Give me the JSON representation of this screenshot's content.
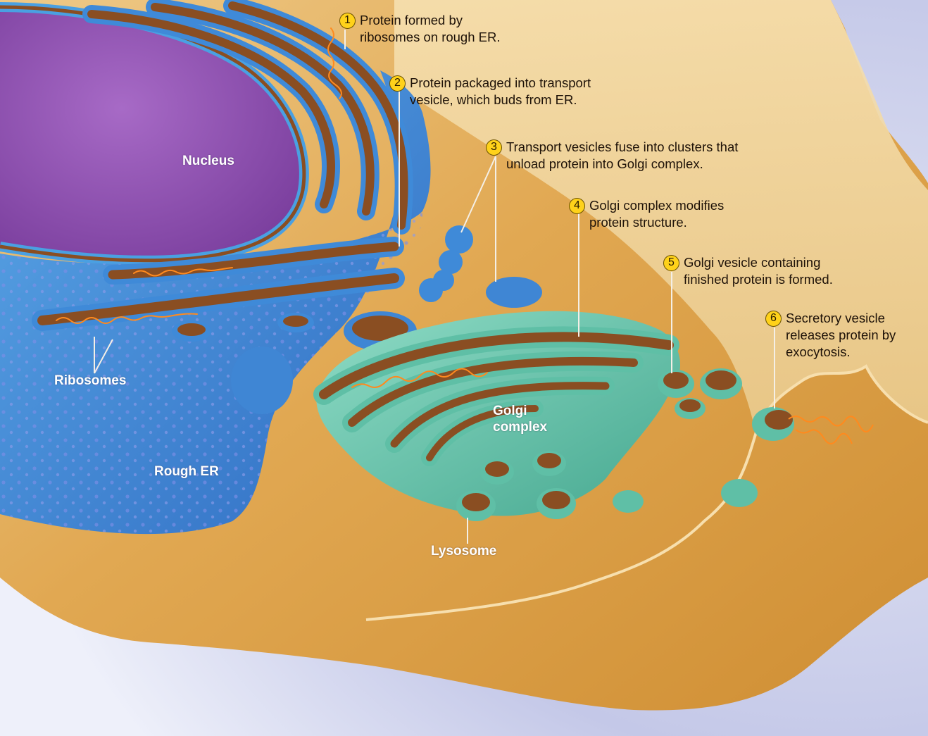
{
  "steps": [
    {
      "num": "1",
      "line1": "Protein formed by",
      "line2": "ribosomes on rough ER.",
      "line3": ""
    },
    {
      "num": "2",
      "line1": "Protein packaged into transport",
      "line2": "vesicle, which buds from ER.",
      "line3": ""
    },
    {
      "num": "3",
      "line1": "Transport vesicles fuse into clusters that",
      "line2": "unload protein into Golgi complex.",
      "line3": ""
    },
    {
      "num": "4",
      "line1": "Golgi complex modifies",
      "line2": "protein structure.",
      "line3": ""
    },
    {
      "num": "5",
      "line1": "Golgi vesicle containing",
      "line2": "finished protein is formed.",
      "line3": ""
    },
    {
      "num": "6",
      "line1": "Secretory vesicle",
      "line2": "releases protein by",
      "line3": "exocytosis."
    }
  ],
  "labels": {
    "nucleus": "Nucleus",
    "ribosomes": "Ribosomes",
    "rough_er": "Rough ER",
    "golgi_line1": "Golgi",
    "golgi_line2": "complex",
    "lysosome": "Lysosome"
  },
  "colors": {
    "cytoplasm": "#e8b865",
    "nucleus": "#9b5ab8",
    "rough_er": "#4a8fd6",
    "golgi": "#6cc8b0",
    "er_lumen": "#8a4e22",
    "protein": "#ff8a1e",
    "step_badge": "#ffd21a"
  }
}
